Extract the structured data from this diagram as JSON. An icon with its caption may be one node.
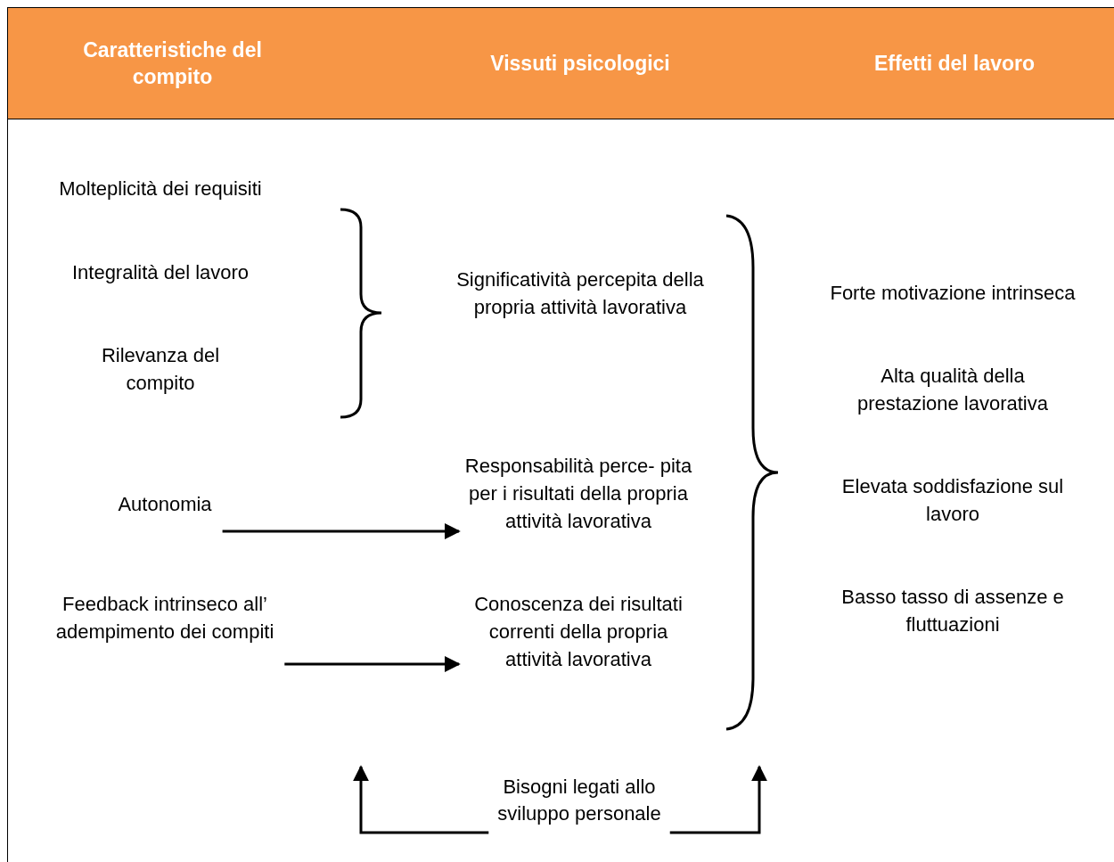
{
  "diagram": {
    "nodes": [
      {
        "text": [
          "Caratteristiche del compito",
          "Vissuti psicologici",
          "Effetti del lavoro"
        ]
      },
      {
        "text": [
          "Autonomia"
        ]
      },
      {
        "text": [
          "Feedback intrinseco all’ adempimento dei compiti"
        ]
      },
      {
        "text": [
          "Responsabilità perce- pita per i risultati della propria attività lavorativa"
        ]
      },
      {
        "text": [
          "Conoscenza dei risultati correnti della propria attività lavorativa"
        ]
      },
      {
        "text": [
          "Bisogni legati allo sviluppo personale"
        ]
      }
    ],
    "edges": [
      {
        "from": 1,
        "to": 3,
        "arrow": "to"
      },
      {
        "from": 2,
        "to": 4,
        "arrow": "to"
      },
      {
        "from": 5,
        "to": null,
        "arrow": "to"
      },
      {
        "from": 5,
        "to": null,
        "arrow": "to"
      }
    ],
    "labels": [
      "Molteplicità dei requisiti",
      "Integralità del lavoro",
      "Rilevanza del compito",
      "Significatività percepita della propria attività lavorativa",
      "Forte motivazione intrinseca",
      "Alta qualità della prestazione lavorativa",
      "Elevata soddisfazione sul lavoro",
      "Basso tasso di assenze e fluttuazioni"
    ]
  }
}
